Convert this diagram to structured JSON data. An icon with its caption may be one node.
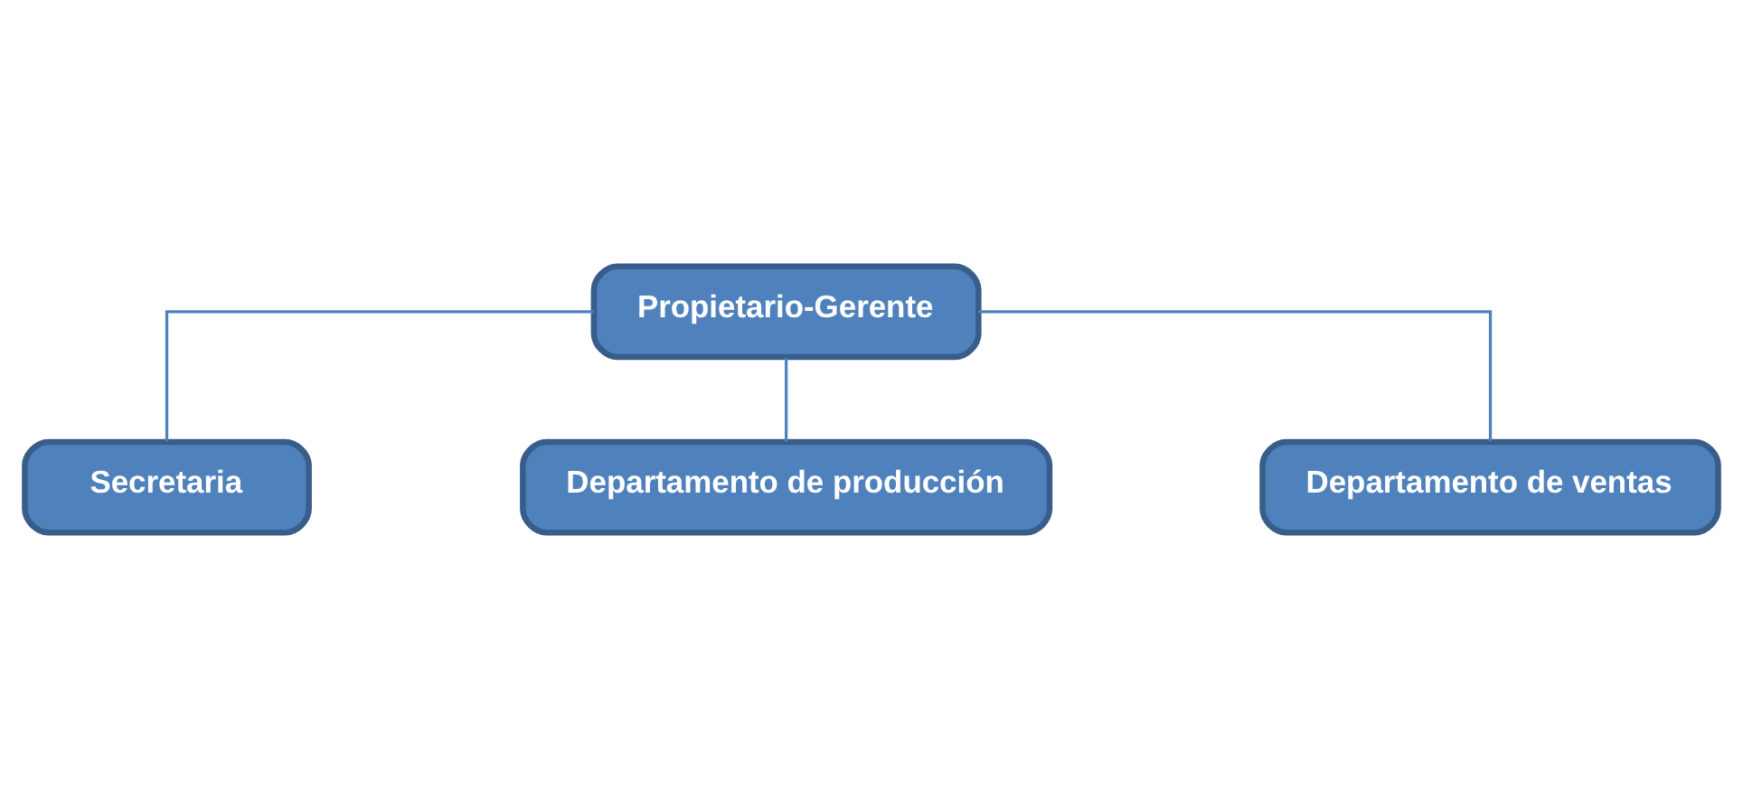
{
  "diagram": {
    "nodes": [
      {
        "text": [
          "Propietario-Gerente"
        ]
      },
      {
        "text": [
          "Secretaria"
        ]
      },
      {
        "text": [
          "Departamento de producción"
        ]
      },
      {
        "text": [
          "Departamento de ventas"
        ]
      }
    ],
    "edges": [
      {
        "from": 0,
        "to": 1,
        "arrow": "none"
      },
      {
        "from": 0,
        "to": 2,
        "arrow": "none"
      },
      {
        "from": 0,
        "to": 3,
        "arrow": "none"
      }
    ]
  }
}
